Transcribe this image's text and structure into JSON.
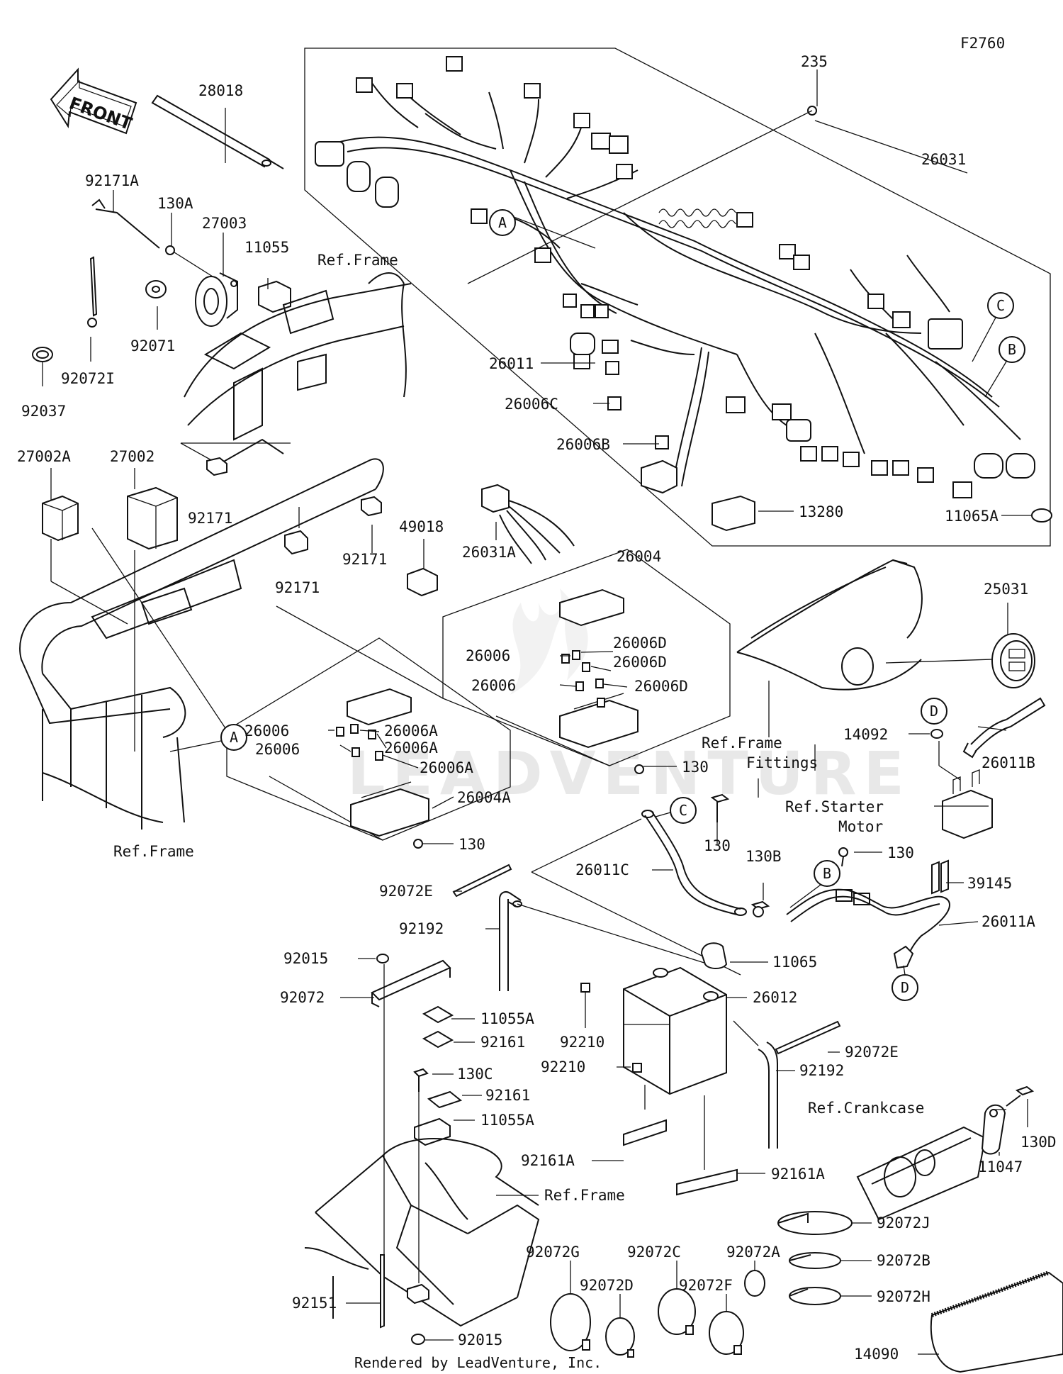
{
  "figure_code": "F2760",
  "front_arrow": "FRONT",
  "footer": "Rendered by LeadVenture, Inc.",
  "watermark": "LEADVENTURE",
  "labels": {
    "p235": "235",
    "p26031": "26031",
    "p28018": "28018",
    "p92171A": "92171A",
    "p130A": "130A",
    "p27003": "27003",
    "p11055": "11055",
    "ref_frame_top": "Ref.Frame",
    "p92071": "92071",
    "p92072I": "92072I",
    "p92037": "92037",
    "p26011": "26011",
    "p26006C": "26006C",
    "p26006B": "26006B",
    "p13280": "13280",
    "p11065A": "11065A",
    "p27002A": "27002A",
    "p27002": "27002",
    "p92171_a": "92171",
    "p92171_b": "92171",
    "p92171_c": "92171",
    "p49018": "49018",
    "p26031A": "26031A",
    "p26004": "26004",
    "p26006_r1": "26006",
    "p26006D_1": "26006D",
    "p26006D_2": "26006D",
    "p26006_r2": "26006",
    "p26006D_3": "26006D",
    "p25031": "25031",
    "ref_frame_fittings_1": "Ref.Frame",
    "ref_frame_fittings_2": "Fittings",
    "p14092": "14092",
    "p26011B": "26011B",
    "p26006_l1": "26006",
    "p26006A_1": "26006A",
    "p26006A_2": "26006A",
    "p26006_l2": "26006",
    "p26006A_3": "26006A",
    "p130_mid": "130",
    "p26004A": "26004A",
    "p130_left": "130",
    "ref_frame_left": "Ref.Frame",
    "ref_starter_1": "Ref.Starter",
    "ref_starter_2": "Motor",
    "p130_c": "130",
    "p130_b": "130",
    "p26011C": "26011C",
    "p130B": "130B",
    "p39145": "39145",
    "p92072E_1": "92072E",
    "p92192_1": "92192",
    "p26011A": "26011A",
    "p92015_top": "92015",
    "p11065": "11065",
    "p92072": "92072",
    "p11055A_1": "11055A",
    "p26012": "26012",
    "p92161_1": "92161",
    "p92210_1": "92210",
    "p92210_2": "92210",
    "p92072E_2": "92072E",
    "p92192_2": "92192",
    "p130C": "130C",
    "p92161_2": "92161",
    "p11055A_2": "11055A",
    "ref_crankcase": "Ref.Crankcase",
    "p130D": "130D",
    "p92161A_1": "92161A",
    "p92161A_2": "92161A",
    "p11047": "11047",
    "ref_frame_bottom": "Ref.Frame",
    "p92072J": "92072J",
    "p92072G": "92072G",
    "p92072C": "92072C",
    "p92072A": "92072A",
    "p92072B": "92072B",
    "p92072D": "92072D",
    "p92072F": "92072F",
    "p92072H": "92072H",
    "p92151": "92151",
    "p92015_bottom": "92015",
    "p14090": "14090"
  },
  "callouts": {
    "A1": "A",
    "A2": "A",
    "B1": "B",
    "B2": "B",
    "C1": "C",
    "C2": "C",
    "D1": "D",
    "D2": "D"
  }
}
